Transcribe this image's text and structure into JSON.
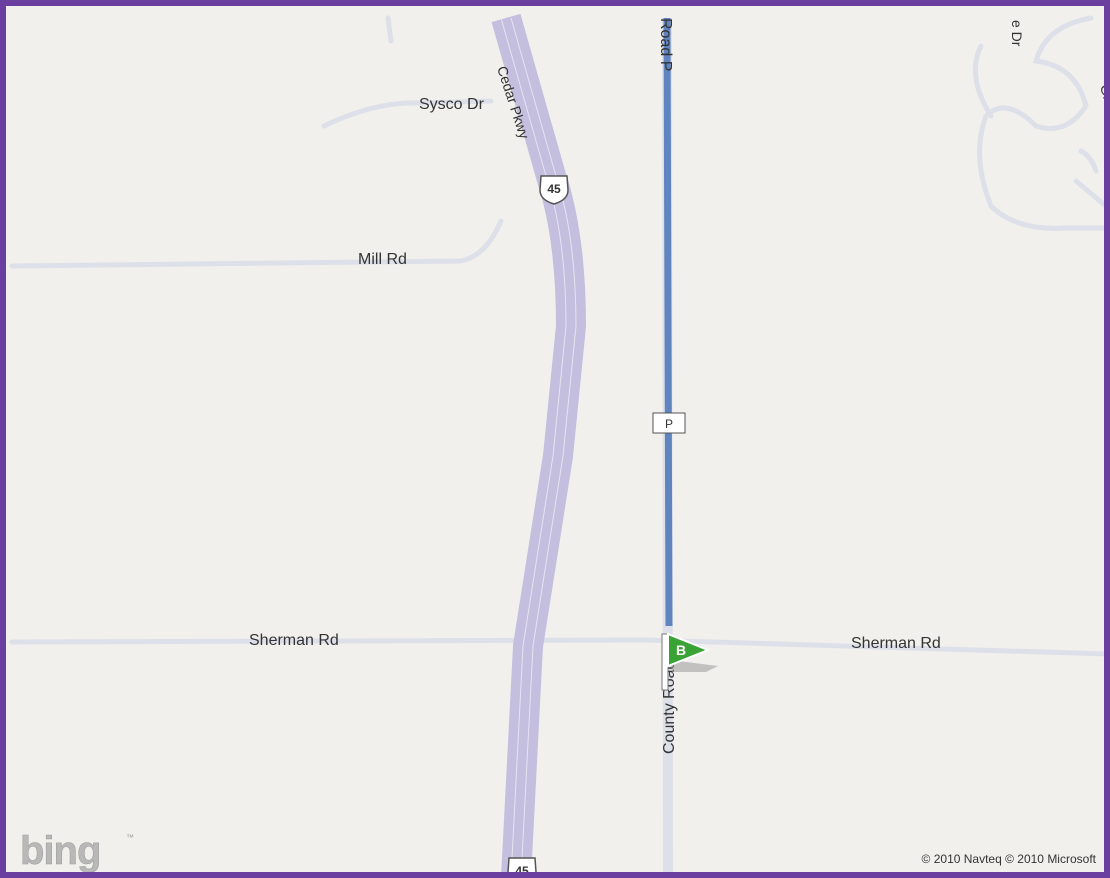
{
  "map": {
    "provider_logo": "bing",
    "logo_superscript": "™",
    "copyright": "© 2010 Navteq © 2010 Microsoft",
    "route_color": "#5f84c0",
    "highway_color": "#c4bedf",
    "road_color": "#dde0e8",
    "frame_color": "#6b3fa0",
    "labels": {
      "sysco_dr": "Sysco Dr",
      "cedar_pkwy": "Cedar Pkwy",
      "mill_rd": "Mill Rd",
      "sherman_rd_left": "Sherman Rd",
      "sherman_rd_right": "Sherman Rd",
      "road_p_top": "Road P",
      "county_road_p": "County Road P",
      "top_right_dr": "e Dr",
      "top_right_gle": "Gle"
    },
    "shields": {
      "us45_top": "45",
      "us45_bottom": "45",
      "county_p": "P"
    },
    "destination_marker": "B"
  }
}
